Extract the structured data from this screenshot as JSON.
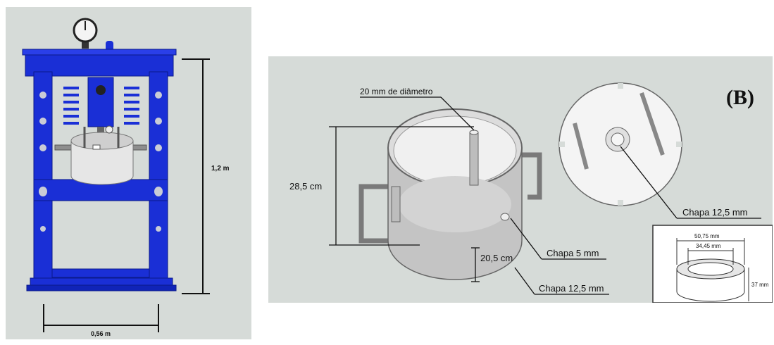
{
  "panel_a": {
    "height_label": "1,2 m",
    "width_label": "0,56 m",
    "frame_color": "#1a2fd6"
  },
  "panel_b": {
    "tag": "(B)",
    "labels": {
      "rod_diameter": "20 mm de diâmetro",
      "height_total": "28,5 cm",
      "height_lower": "20,5 cm",
      "inner_plate": "Chapa 5 mm",
      "wall_plate": "Chapa 12,5 mm",
      "lid_plate": "Chapa 12,5 mm"
    },
    "inset": {
      "outer_diameter": "50,75 mm",
      "inner_diameter": "34,45 mm",
      "ring_height": "37 mm"
    }
  }
}
